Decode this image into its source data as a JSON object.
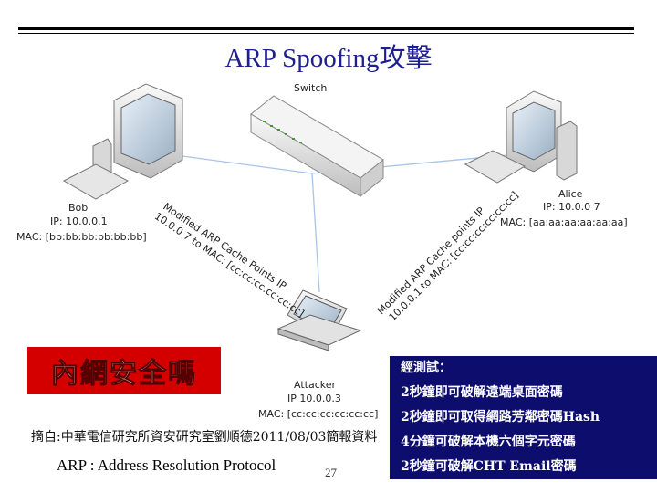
{
  "title": "ARP Spoofing攻擊",
  "diagram": {
    "switch_label": "Switch",
    "bob": {
      "name": "Bob",
      "ip": "IP: 10.0.0.1",
      "mac": "MAC: [bb:bb:bb:bb:bb:bb]"
    },
    "alice": {
      "name": "Alice",
      "ip": "IP: 10.0.0 7",
      "mac": "MAC: [aa:aa:aa:aa:aa:aa]"
    },
    "attacker": {
      "name": "Attacker",
      "ip": "IP 10.0.0.3",
      "mac": "MAC: [cc:cc:cc:cc:cc:cc]"
    },
    "left_annotation": [
      "Modified ARP Cache Points IP",
      "10.0.0.7 to MAC: [cc:cc:cc:cc:cc:cc]"
    ],
    "right_annotation": [
      "Modified ARP Cache points IP",
      "10.0.0.1 to MAC: [cc:cc:cc:cc:cc:cc]"
    ]
  },
  "banner": "內網安全嗎",
  "source": "摘自:中華電信研究所資安研究室劉順德2011/08/03簡報資料",
  "footer_note": "ARP : Address Resolution Protocol",
  "page_number": "27",
  "findings": {
    "heading": "經測試：",
    "items": [
      "2秒鐘即可破解遠端桌面密碼",
      "2秒鐘即可取得網路芳鄰密碼Hash",
      "4分鐘可破解本機六個字元密碼",
      "2秒鐘可破解CHT Email密碼"
    ]
  },
  "colors": {
    "title": "#1f1f8f",
    "banner_bg": "#d40000",
    "findings_bg": "#0d0d6e",
    "link_line": "#a9c4e8"
  }
}
